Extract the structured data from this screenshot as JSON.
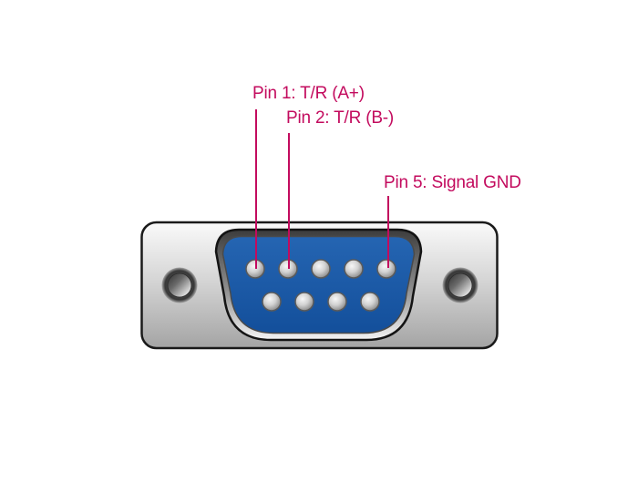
{
  "colors": {
    "accent": "#C30B5E",
    "insert-blue": "#1B5CA9",
    "shell-gray": "#C9C9C9",
    "outline": "#1A1A1A",
    "background": "#FFFFFF"
  },
  "labels": {
    "pin1": "Pin 1: T/R (A+)",
    "pin2": "Pin 2: T/R (B-)",
    "pin5": "Pin 5: Signal GND"
  },
  "connector": {
    "pins_top_row": 5,
    "pins_bottom_row": 4,
    "total_pins": 9
  }
}
